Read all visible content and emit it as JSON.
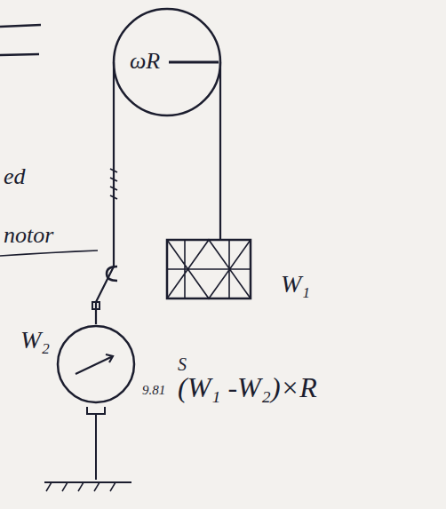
{
  "diagram": {
    "nodes": [
      {
        "text": [
          "ωR"
        ]
      },
      {
        "text": [
          "W₁"
        ]
      },
      {
        "text": [
          "W₂"
        ]
      }
    ],
    "edges": [
      {
        "from": 0,
        "to": 1,
        "arrow": "none"
      },
      {
        "from": 0,
        "to": 2,
        "arrow": "none"
      }
    ],
    "labels": [
      "ed",
      "notor",
      "S",
      "9.81",
      "(W₁ -W₂)×R"
    ]
  }
}
